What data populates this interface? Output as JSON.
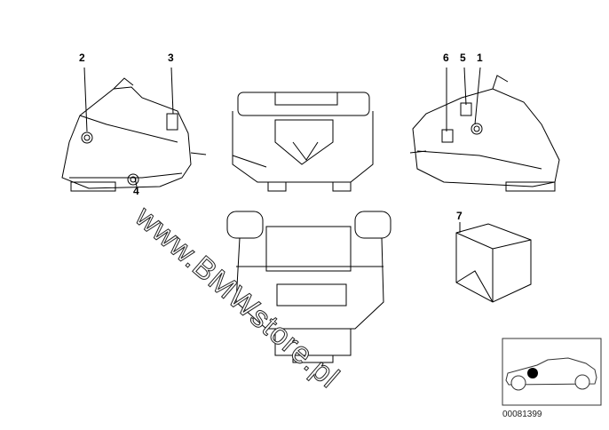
{
  "callouts": {
    "c1": "1",
    "c2": "2",
    "c3": "3",
    "c4": "4",
    "c5": "5",
    "c6": "6",
    "c7": "7"
  },
  "watermark": "www.BMWstore.pl",
  "diagram_code": "00081399"
}
